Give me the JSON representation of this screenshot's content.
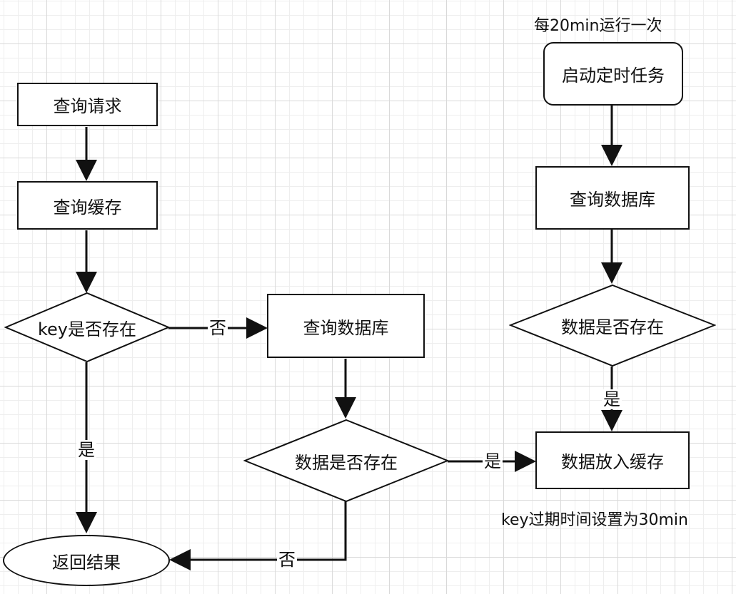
{
  "nodes": {
    "query_request": "查询请求",
    "query_cache": "查询缓存",
    "key_exists": "key是否存在",
    "query_db_left": "查询数据库",
    "data_exists_left": "数据是否存在",
    "return_result": "返回结果",
    "start_task": "启动定时任务",
    "query_db_right": "查询数据库",
    "data_exists_right": "数据是否存在",
    "put_into_cache": "数据放入缓存"
  },
  "edge_labels": {
    "key_no": "否",
    "key_yes": "是",
    "data_left_yes": "是",
    "data_left_no": "否",
    "data_right_yes": "是"
  },
  "annotations": {
    "schedule": "每20min运行一次",
    "expire": "key过期时间设置为30min"
  },
  "colors": {
    "stroke": "#111111",
    "fill": "#ffffff",
    "grid": "#d9d9d9"
  }
}
